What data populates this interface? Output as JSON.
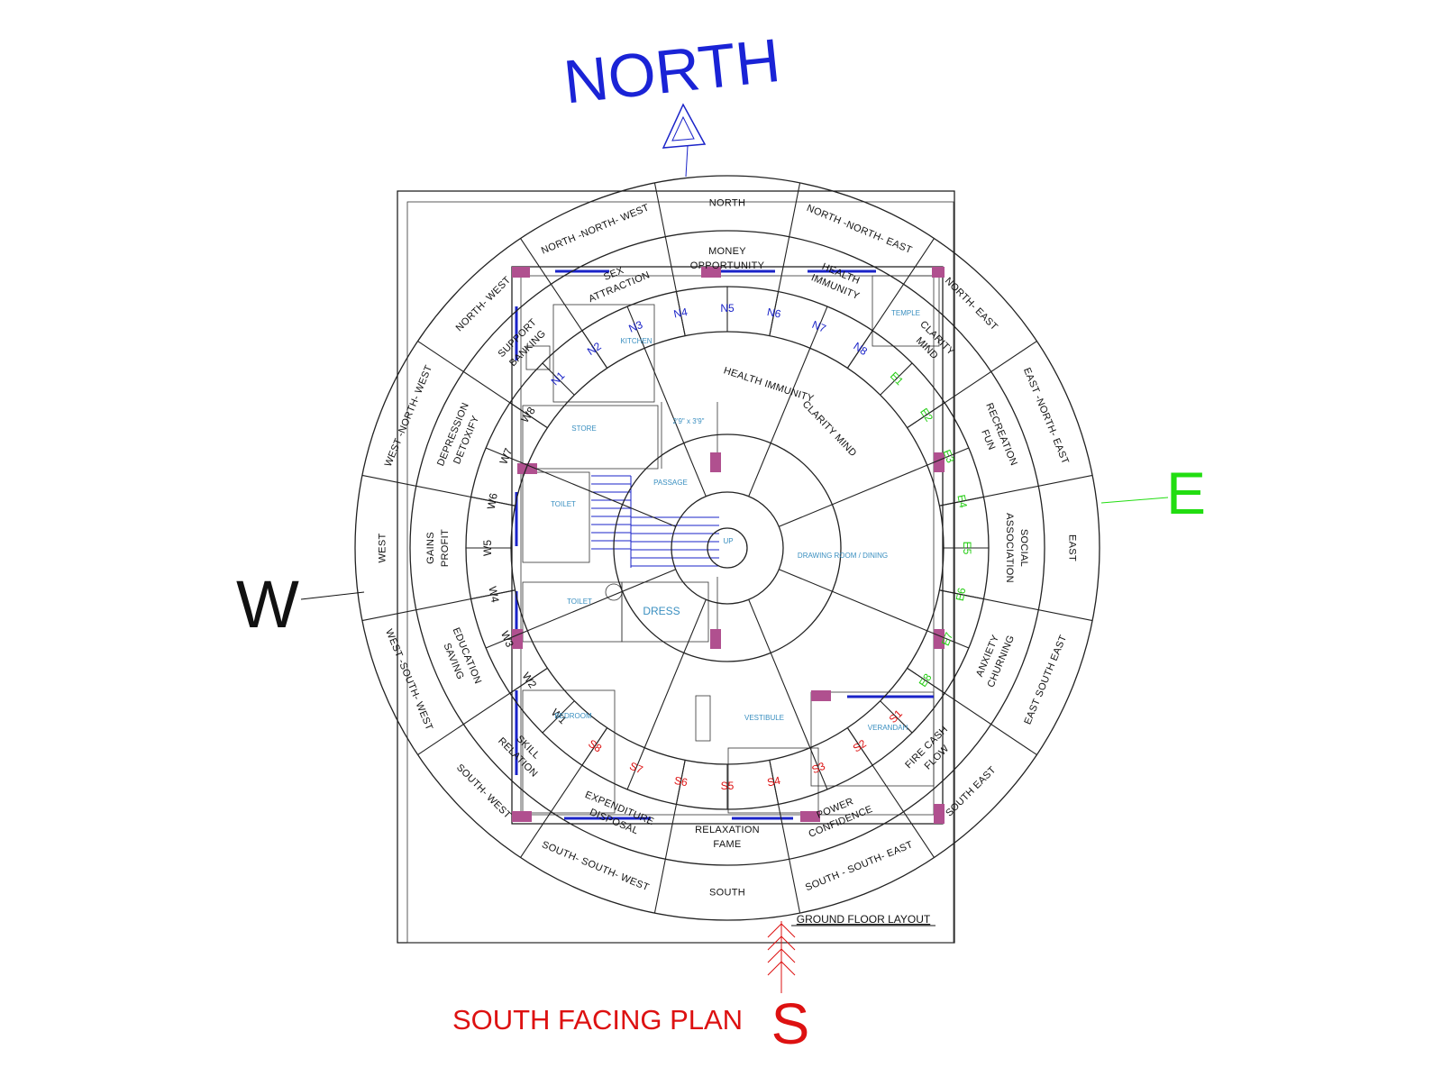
{
  "compass": {
    "north": "NORTH",
    "east": "E",
    "west": "W",
    "south": "S",
    "north_color": "#1a23d6",
    "east_color": "#22dd11",
    "west_color": "#111111",
    "south_color": "#dd1111"
  },
  "titles": {
    "layout": "GROUND FLOOR LAYOUT",
    "plan": "SOUTH FACING PLAN",
    "plan_color": "#dd1111"
  },
  "directions": [
    "NORTH",
    "NORTH -NORTH- EAST",
    "NORTH- EAST",
    "EAST -NORTH- EAST",
    "EAST",
    "EAST SOUTH EAST",
    "SOUTH EAST",
    "SOUTH - SOUTH- EAST",
    "SOUTH",
    "SOUTH- SOUTH- WEST",
    "SOUTH- WEST",
    "WEST -SOUTH- WEST",
    "WEST",
    "WEST -NORTH- WEST",
    "NORTH- WEST",
    "NORTH -NORTH- WEST"
  ],
  "qualities": [
    "MONEY OPPORTUNITY",
    "HEALTH IMMUNITY",
    "CLARITY MIND",
    "RECREATION FUN",
    "SOCIAL ASSOCIATION",
    "ANXIETY CHURNING",
    "FIRE CASH FLOW",
    "POWER CONFIDENCE",
    "RELAXATION FAME",
    "EXPENDITURE DISPOSAL",
    "SKILL RELATION",
    "EDUCATION SAVING",
    "GAINS PROFIT",
    "DEPRESSION DETOXIFY",
    "SUPPORT BANKING",
    "SEX ATTRACTION"
  ],
  "inner_qualities": [
    "HEALTH IMMUNITY",
    "CLARITY MIND"
  ],
  "padas": {
    "north": [
      "N1",
      "N2",
      "N3",
      "N4",
      "N5",
      "N6",
      "N7",
      "N8"
    ],
    "east": [
      "E1",
      "E2",
      "E3",
      "E4",
      "E5",
      "E6",
      "E7",
      "E8"
    ],
    "south": [
      "S1",
      "S2",
      "S3",
      "S4",
      "S5",
      "S6",
      "S7",
      "S8"
    ],
    "west": [
      "W1",
      "W2",
      "W3",
      "W4",
      "W5",
      "W6",
      "W7",
      "W8"
    ],
    "north_color": "#1a23c8",
    "east_color": "#22cc11",
    "south_color": "#dd1111",
    "west_color": "#111111"
  },
  "rooms": {
    "kitchen": "KITCHEN",
    "store": "STORE",
    "passage": "PASSAGE",
    "dimension": "2'9\" x 3'9\"",
    "toilet_1": "TOILET",
    "toilet_2": "TOILET",
    "dress": "DRESS",
    "up": "UP",
    "drawing": "DRAWING ROOM / DINING",
    "bedroom": "BEDROOM",
    "vestibule": "VESTIBULE",
    "verandah": "VERANDAH",
    "temple": "TEMPLE"
  }
}
